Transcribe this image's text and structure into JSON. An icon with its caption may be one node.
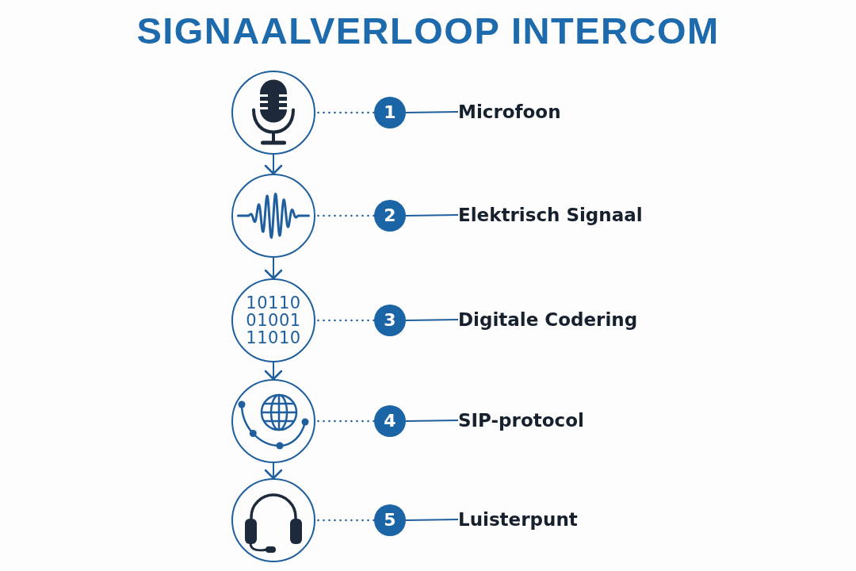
{
  "diagram": {
    "title": "SIGNAALVERLOOP INTERCOM",
    "nodes": [
      {
        "text": [],
        "shape": "circle"
      },
      {
        "text": [
          "1"
        ]
      },
      {
        "text": [
          "Microfoon"
        ]
      },
      {
        "text": [],
        "shape": "circle"
      },
      {
        "text": [
          "2"
        ]
      },
      {
        "text": [
          "Elektrisch Signaal"
        ]
      },
      {
        "text": [
          "10110 01001 11010"
        ]
      },
      {
        "text": [
          "3"
        ]
      },
      {
        "text": [
          "Digitale Codering"
        ]
      },
      {
        "text": [],
        "shape": "circle"
      },
      {
        "text": [
          "4"
        ]
      },
      {
        "text": [
          "SIP-protocol"
        ]
      },
      {
        "text": [],
        "shape": "circle"
      },
      {
        "text": [
          "5"
        ]
      },
      {
        "text": [
          "Luisterpunt"
        ]
      }
    ],
    "edges": [
      {
        "from": 0,
        "to": 1,
        "arrow": "none",
        "style": "dashed"
      },
      {
        "from": 1,
        "to": 2,
        "arrow": "none"
      },
      {
        "from": 0,
        "to": 3,
        "arrow": "to"
      },
      {
        "from": 3,
        "to": 4,
        "arrow": "none",
        "style": "dashed"
      },
      {
        "from": 4,
        "to": 5,
        "arrow": "none"
      },
      {
        "from": 3,
        "to": 6,
        "arrow": "to"
      },
      {
        "from": 6,
        "to": 7,
        "arrow": "none",
        "style": "dashed"
      },
      {
        "from": 7,
        "to": 8,
        "arrow": "none"
      },
      {
        "from": 6,
        "to": 9,
        "arrow": "to"
      },
      {
        "from": 9,
        "to": 10,
        "arrow": "none",
        "style": "dashed"
      },
      {
        "from": 10,
        "to": 11,
        "arrow": "none"
      },
      {
        "from": 9,
        "to": 12,
        "arrow": "to"
      },
      {
        "from": 12,
        "to": 13,
        "arrow": "none",
        "style": "dashed"
      },
      {
        "from": 13,
        "to": 14,
        "arrow": "none"
      }
    ]
  }
}
